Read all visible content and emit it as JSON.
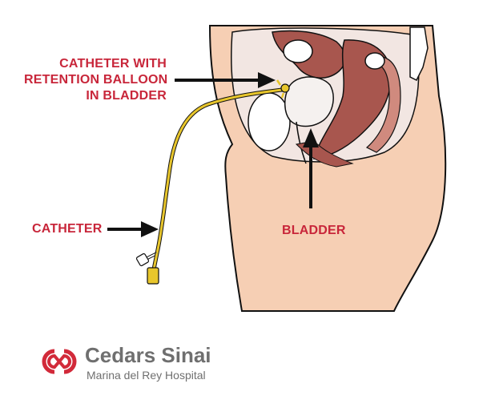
{
  "colors": {
    "label": "#c8263a",
    "arrow": "#111111",
    "skin": "#f6cfb4",
    "skin_outline": "#111111",
    "organ_dark": "#a8564e",
    "organ_light": "#f2e6e2",
    "catheter": "#e8c62c",
    "logo_red": "#d22a3a",
    "logo_text": "#6f6f6f"
  },
  "labels": {
    "balloon": [
      "CATHETER WITH",
      "RETENTION BALLOON",
      "IN BLADDER"
    ],
    "catheter": "CATHETER",
    "bladder": "BLADDER"
  },
  "brand": {
    "name": "Cedars Sinai",
    "subtitle": "Marina del Rey Hospital"
  }
}
